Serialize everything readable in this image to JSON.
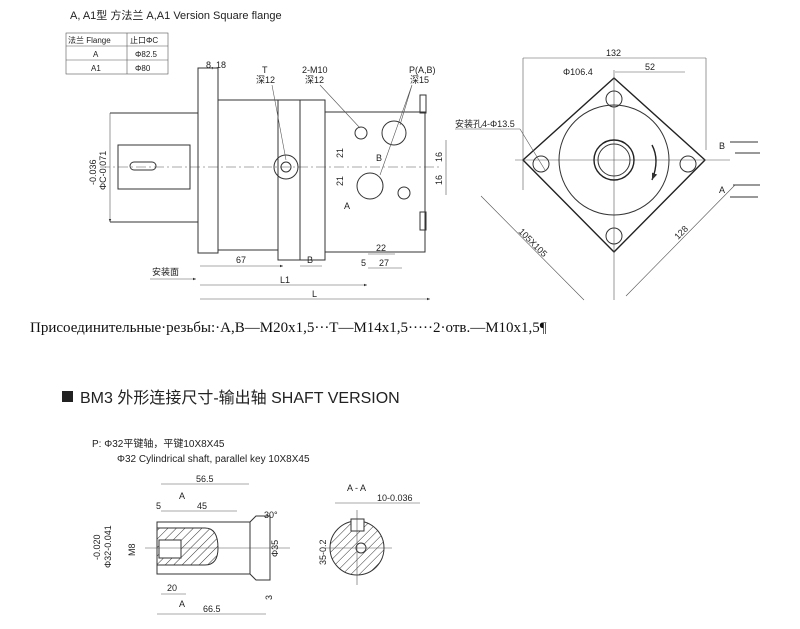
{
  "title": "A, A1型 方法兰  A,A1 Version Square flange",
  "flange_table": {
    "headers": [
      "法兰 Flange",
      "止口ΦC"
    ],
    "rows": [
      [
        "A",
        "Φ82.5"
      ],
      [
        "A1",
        "Φ80"
      ]
    ]
  },
  "side_view": {
    "dim_8_18": "8, 18",
    "T_label": "T",
    "T_depth": "深12",
    "m10_label": "2-M10",
    "m10_depth": "深12",
    "P_label": "P(A,B)",
    "P_depth": "深15",
    "dia_tol_top": "-0.036",
    "dia_tol": "ΦC-0.071",
    "dim_21a": "21",
    "dim_21b": "21",
    "dim_16a": "16",
    "dim_16b": "16",
    "port_A": "A",
    "port_B": "B",
    "dim_67": "67",
    "dim_B": "B",
    "dim_5": "5",
    "dim_22": "22",
    "dim_27": "27",
    "mount_face": "安装面",
    "dim_L1": "L1",
    "dim_L": "L"
  },
  "front_view": {
    "dim_132": "132",
    "dim_phi106": "Φ106.4",
    "dim_52": "52",
    "mount_holes": "安装孔4-Φ13.5",
    "port_B": "B",
    "port_A": "A",
    "dim_105": "105X105",
    "dim_128": "128"
  },
  "threads_note": "Присоединительные·резьбы:·A,B—M20x1,5···T—M14x1,5·····2·отв.—M10x1,5¶",
  "section_title": "BM3 外形连接尺寸-输出轴 SHAFT VERSION",
  "shaft": {
    "line1": "P:  Φ32平键轴，平键10X8X45",
    "line2": "Φ32 Cylindrical shaft, parallel key 10X8X45",
    "dim_56_5": "56.5",
    "dim_45": "45",
    "dim_5": "5",
    "dim_30": "30°",
    "section_mark_top": "A",
    "section_mark_bottom": "A",
    "tol_top": "-0.020",
    "dia": "Φ32-0.041",
    "m8": "M8",
    "dia35": "Φ35",
    "dim_20": "20",
    "dim_66_5": "66.5",
    "dim_3": "3",
    "section_label": "A - A",
    "key_width": "10-0.036",
    "key_height": "35-0.2"
  }
}
